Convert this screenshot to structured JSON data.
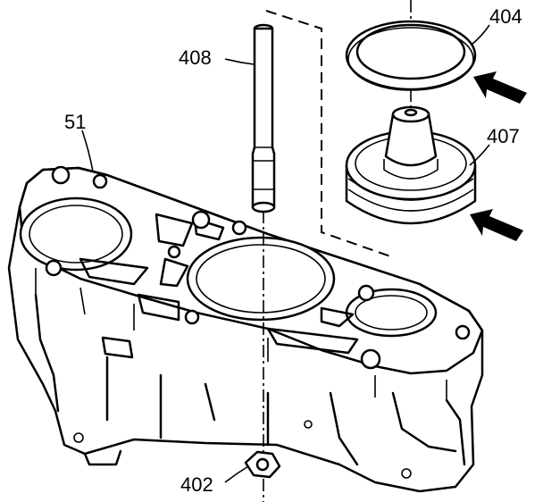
{
  "diagram": {
    "callouts": [
      {
        "id": "label-51",
        "text": "51"
      },
      {
        "id": "label-402",
        "text": "402"
      },
      {
        "id": "label-404",
        "text": "404"
      },
      {
        "id": "label-407",
        "text": "407"
      },
      {
        "id": "label-408",
        "text": "408"
      }
    ],
    "colors": {
      "line": "#000000",
      "background": "#ffffff"
    }
  }
}
